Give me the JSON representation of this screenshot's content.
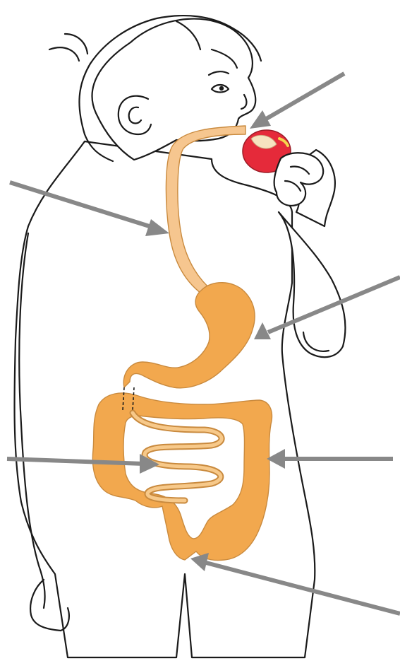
{
  "colors": {
    "organ_fill": "#f2a84e",
    "organ_light": "#f7c98a",
    "esophagus_fill": "#f6c68f",
    "apple_red": "#e52a3a",
    "apple_highlight": "#f6e3c0",
    "arrow": "#888888",
    "outline": "#1a1a1a"
  },
  "labels": [
    {
      "id": "mouth",
      "text": ""
    },
    {
      "id": "esophagus",
      "text": ""
    },
    {
      "id": "stomach",
      "text": ""
    },
    {
      "id": "small-intestine",
      "text": ""
    },
    {
      "id": "large-intestine",
      "text": ""
    },
    {
      "id": "rectum",
      "text": ""
    }
  ]
}
